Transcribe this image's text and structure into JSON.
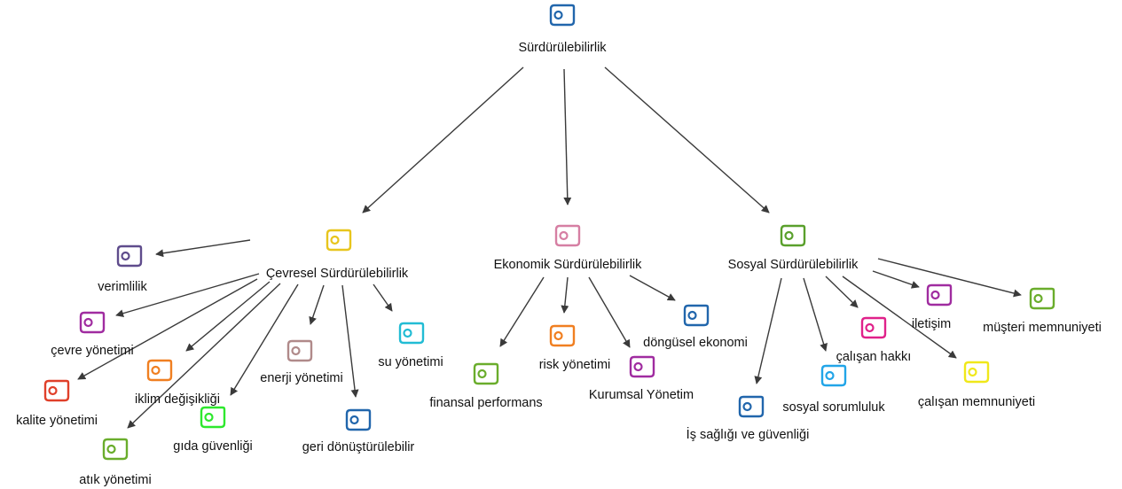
{
  "nodes": [
    {
      "id": "root",
      "label": "Sürdürülebilirlik",
      "color": "#2166ac"
    },
    {
      "id": "cevresel",
      "label": "Çevresel Sürdürülebilirlik",
      "color": "#e8c51d"
    },
    {
      "id": "ekonomik",
      "label": "Ekonomik Sürdürülebilirlik",
      "color": "#d67fa3"
    },
    {
      "id": "sosyal",
      "label": "Sosyal Sürdürülebilirlik",
      "color": "#5aa02c"
    },
    {
      "id": "verimlilik",
      "label": "verimlilik",
      "color": "#5f4c8c"
    },
    {
      "id": "cevre",
      "label": "çevre yönetimi",
      "color": "#a02ca0"
    },
    {
      "id": "iklim",
      "label": "iklim değişikliği",
      "color": "#f07f21"
    },
    {
      "id": "kalite",
      "label": "kalite yönetimi",
      "color": "#e0402a"
    },
    {
      "id": "atik",
      "label": "atık yönetimi",
      "color": "#6aad2c"
    },
    {
      "id": "gida",
      "label": "gıda güvenliği",
      "color": "#2ee82e"
    },
    {
      "id": "enerji",
      "label": "enerji yönetimi",
      "color": "#b08a8a"
    },
    {
      "id": "geri",
      "label": "geri dönüştürülebilir",
      "color": "#2166ac"
    },
    {
      "id": "su",
      "label": "su yönetimi",
      "color": "#22bcd4"
    },
    {
      "id": "finansal",
      "label": "finansal performans",
      "color": "#6aad2c"
    },
    {
      "id": "risk",
      "label": "risk yönetimi",
      "color": "#f07f21"
    },
    {
      "id": "kurumsal",
      "label": "Kurumsal Yönetim",
      "color": "#a02ca0"
    },
    {
      "id": "dongusel",
      "label": "döngüsel ekonomi",
      "color": "#2166ac"
    },
    {
      "id": "isg",
      "label": "İş sağlığı ve güvenliği",
      "color": "#2166ac"
    },
    {
      "id": "sorumluluk",
      "label": "sosyal sorumluluk",
      "color": "#22a5e8"
    },
    {
      "id": "calisan_hakki",
      "label": "çalışan hakkı",
      "color": "#e0218a"
    },
    {
      "id": "iletisim",
      "label": "iletişim",
      "color": "#a02ca0"
    },
    {
      "id": "calisan_memnuniyeti",
      "label": "çalışan memnuniyeti",
      "color": "#f0e81a"
    },
    {
      "id": "musteri",
      "label": "müşteri memnuniyeti",
      "color": "#6aad2c"
    }
  ],
  "edges": [
    [
      "root",
      "cevresel"
    ],
    [
      "root",
      "ekonomik"
    ],
    [
      "root",
      "sosyal"
    ],
    [
      "cevresel",
      "verimlilik"
    ],
    [
      "cevresel",
      "cevre"
    ],
    [
      "cevresel",
      "iklim"
    ],
    [
      "cevresel",
      "kalite"
    ],
    [
      "cevresel",
      "atik"
    ],
    [
      "cevresel",
      "gida"
    ],
    [
      "cevresel",
      "enerji"
    ],
    [
      "cevresel",
      "geri"
    ],
    [
      "cevresel",
      "su"
    ],
    [
      "ekonomik",
      "finansal"
    ],
    [
      "ekonomik",
      "risk"
    ],
    [
      "ekonomik",
      "kurumsal"
    ],
    [
      "ekonomik",
      "dongusel"
    ],
    [
      "sosyal",
      "isg"
    ],
    [
      "sosyal",
      "sorumluluk"
    ],
    [
      "sosyal",
      "calisan_hakki"
    ],
    [
      "sosyal",
      "iletisim"
    ],
    [
      "sosyal",
      "calisan_memnuniyeti"
    ],
    [
      "sosyal",
      "musteri"
    ]
  ],
  "icon_name": "node-tag-icon"
}
